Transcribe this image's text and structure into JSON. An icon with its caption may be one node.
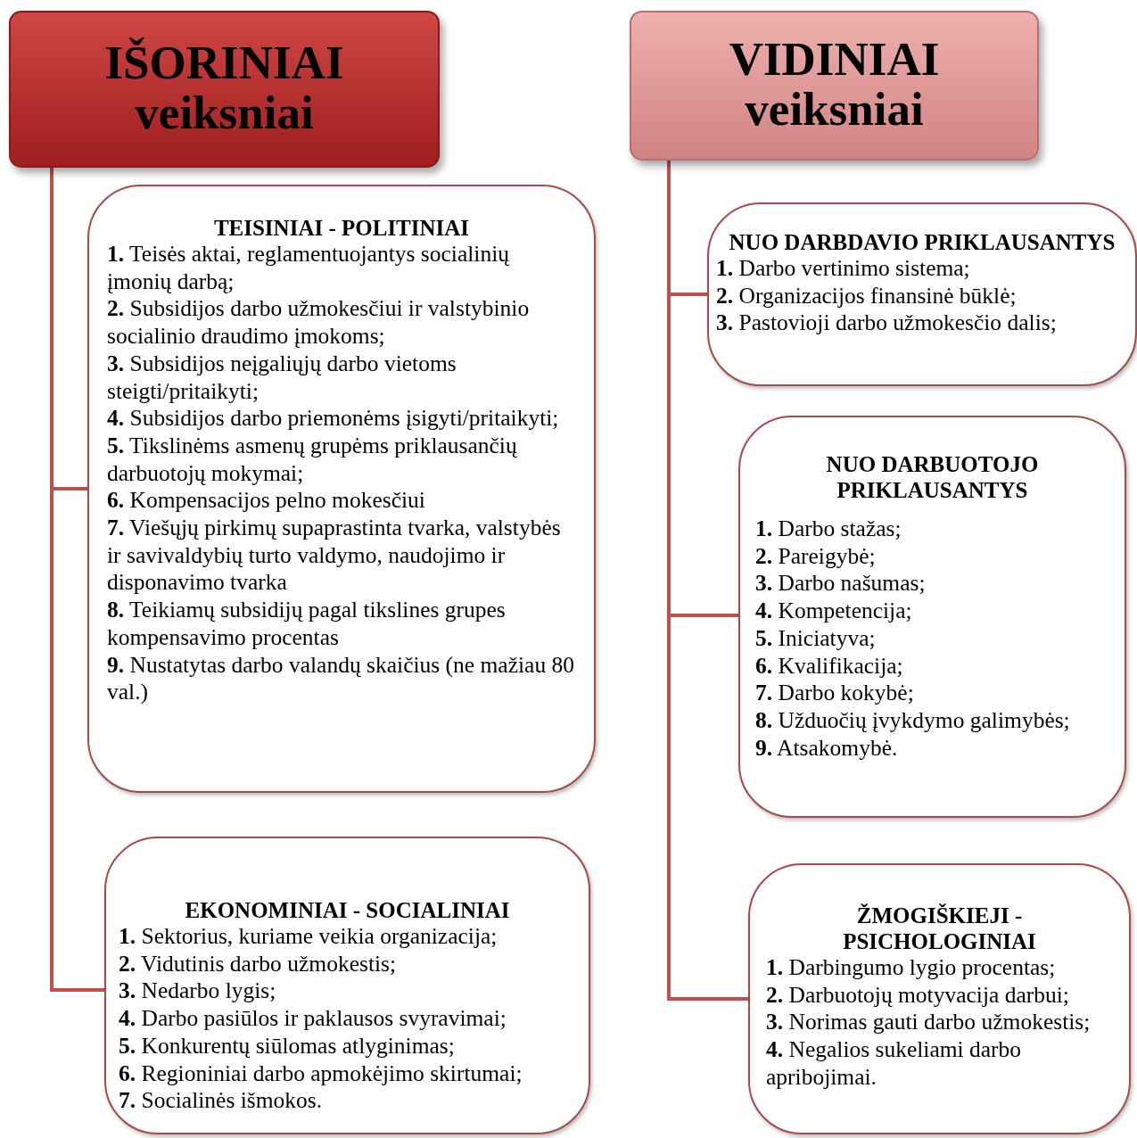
{
  "diagram": {
    "nodes": [
      {
        "text": [
          "IŠORINIAI",
          "veiksniai"
        ]
      },
      {
        "text": [
          "TEISINIAI - POLITINIAI",
          "**1.** Teisės aktai, reglamentuojantys socialinių įmonių darbą;",
          "**2.** Subsidijos darbo užmokesčiui ir valstybinio socialinio draudimo įmokoms;",
          "**3.** Subsidijos neįgaliųjų darbo vietoms steigti/pritaikyti;",
          "**4.** Subsidijos darbo priemonėms įsigyti/pritaikyti;",
          "**5.** Tikslinėms asmenų grupėms priklausančių darbuotojų mokymai;",
          "**6.** Kompensacijos pelno mokesčiui",
          "**7.** Viešųjų pirkimų supaprastinta tvarka, valstybės ir savivaldybių turto valdymo, naudojimo ir disponavimo tvarka",
          "**8.** Teikiamų subsidijų pagal tikslines grupes kompensavimo procentas",
          "**9.** Nustatytas darbo valandų skaičius (ne mažiau 80 val.)"
        ]
      },
      {
        "text": [
          "EKONOMINIAI - SOCIALINIAI",
          "**1.** Sektorius, kuriame veikia organizacija;",
          "**2.** Vidutinis darbo užmokestis;",
          "**3.** Nedarbo lygis;",
          "**4.** Darbo pasiūlos ir paklausos svyravimai;",
          "**5.** Konkurentų siūlomas atlyginimas;",
          "**6.** Regioniniai darbo apmokėjimo skirtumai;",
          "**7.** Socialinės išmokos."
        ]
      },
      {
        "text": [
          "VIDINIAI",
          "veiksniai"
        ]
      },
      {
        "text": [
          "NUO DARBDAVIO PRIKLAUSANTYS",
          "**1.** Darbo vertinimo sistema;",
          "**2.** Organizacijos finansinė būklė;",
          "**3.** Pastovioji darbo užmokesčio dalis;"
        ]
      },
      {
        "text": [
          "NUO DARBUOTOJO PRIKLAUSANTYS",
          "**1.** Darbo stažas;",
          "**2.** Pareigybė;",
          "**3.** Darbo našumas;",
          "**4.** Kompetencija;",
          "**5.** Iniciatyva;",
          "**6.** Kvalifikacija;",
          "**7.** Darbo kokybė;",
          "**8.** Užduočių įvykdymo galimybės;",
          "**9.** Atsakomybė."
        ]
      },
      {
        "text": [
          "ŽMOGIŠKIEJI - PSICHOLOGINIAI",
          "**1.** Darbingumo lygio procentas;",
          "**2.** Darbuotojų motyvacija darbui;",
          "**3.** Norimas gauti darbo užmokestis;",
          "**4.** Negalios sukeliami darbo apribojimai."
        ]
      }
    ],
    "edges": [
      {
        "from": 0,
        "to": 1,
        "arrow": "none"
      },
      {
        "from": 0,
        "to": 2,
        "arrow": "none"
      },
      {
        "from": 3,
        "to": 4,
        "arrow": "none"
      },
      {
        "from": 3,
        "to": 5,
        "arrow": "none"
      },
      {
        "from": 3,
        "to": 6,
        "arrow": "none"
      }
    ]
  }
}
